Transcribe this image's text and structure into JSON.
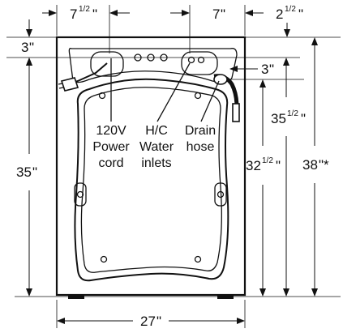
{
  "dimensions": {
    "power_cord_offset": {
      "whole": "7",
      "fraction": "1/2",
      "unit": "\""
    },
    "water_inlet_offset": {
      "whole": "7",
      "fraction": "",
      "unit": "\""
    },
    "drain_offset_side": {
      "whole": "2",
      "fraction": "1/2",
      "unit": "\""
    },
    "top_offset_left": {
      "whole": "3",
      "fraction": "",
      "unit": "\""
    },
    "drain_offset_top": {
      "whole": "3",
      "fraction": "",
      "unit": "\""
    },
    "cord_height": {
      "whole": "35",
      "fraction": "",
      "unit": "\""
    },
    "drain_height": {
      "whole": "35",
      "fraction": "1/2",
      "unit": "\""
    },
    "inlet_height": {
      "whole": "32",
      "fraction": "1/2",
      "unit": "\""
    },
    "overall_height": {
      "whole": "38",
      "fraction": "",
      "unit": "\"*"
    },
    "width": {
      "whole": "27",
      "fraction": "",
      "unit": "\""
    }
  },
  "callouts": {
    "power_cord": [
      "120V",
      "Power",
      "cord"
    ],
    "water_inlets": [
      "H/C",
      "Water",
      "inlets"
    ],
    "drain_hose": [
      "Drain",
      "hose"
    ]
  }
}
